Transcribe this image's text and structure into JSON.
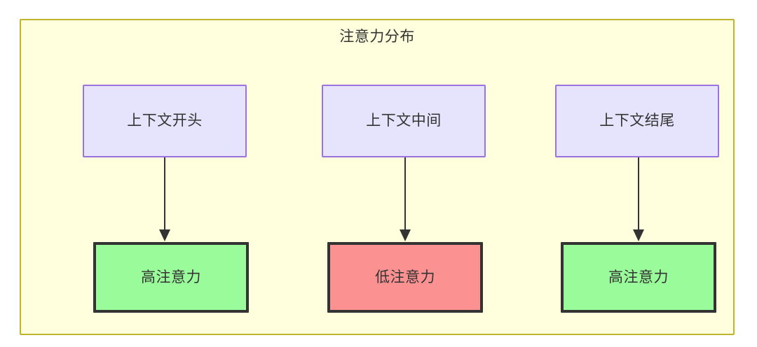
{
  "diagram": {
    "title": "注意力分布",
    "container": {
      "fill_color": "#ffffdd",
      "border_color": "#bfb42c"
    },
    "columns": [
      {
        "context_label": "上下文开头",
        "attention_label": "高注意力",
        "attention_level": "high",
        "attention_fill": "#99fb99"
      },
      {
        "context_label": "上下文中间",
        "attention_label": "低注意力",
        "attention_level": "low",
        "attention_fill": "#fc9192"
      },
      {
        "context_label": "上下文结尾",
        "attention_label": "高注意力",
        "attention_level": "high",
        "attention_fill": "#99fb99"
      }
    ],
    "node_styles": {
      "context_fill": "#e6e3fc",
      "context_border": "#9b72e0",
      "attention_border": "#333333",
      "text_color": "#333333"
    }
  }
}
